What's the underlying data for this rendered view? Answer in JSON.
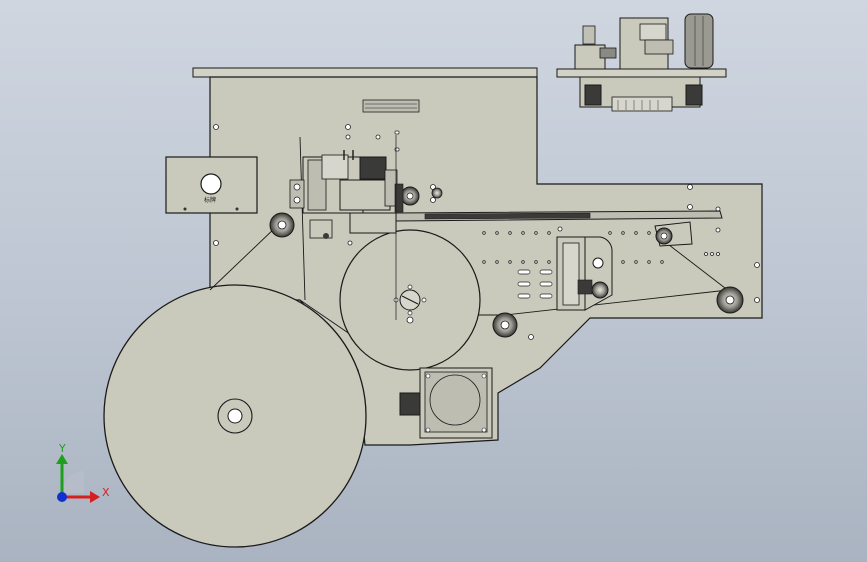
{
  "app": {
    "viewport_name": "cad-model-viewport",
    "background_colors": [
      "#cfd6e0",
      "#aab3c1"
    ],
    "part_fill": "#c9c9bc",
    "part_stroke": "#1a1a1a"
  },
  "triad": {
    "y_label": "Y",
    "x_label": "X",
    "y_color": "#1ea01e",
    "x_color": "#d62020",
    "z_color": "#1030d0"
  },
  "nameplate": {
    "text": "标牌"
  },
  "icons": [
    "coordinate-triad-icon",
    "roller-icon",
    "motor-icon",
    "spool-icon"
  ]
}
